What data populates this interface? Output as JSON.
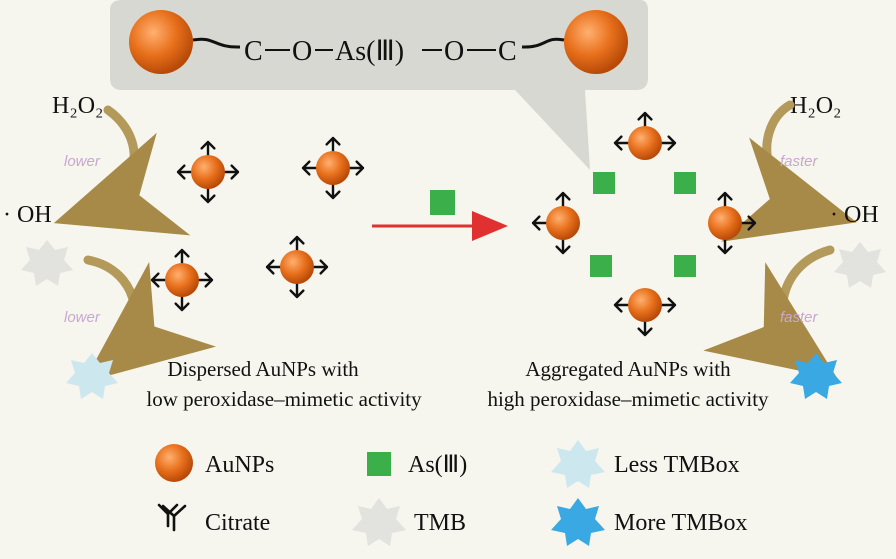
{
  "linker": {
    "c_left": "C",
    "o_left": "O",
    "as": "As(Ⅲ)",
    "o_right": "O",
    "c_right": "C"
  },
  "left_cycle": {
    "h2o2": "H₂O₂",
    "oh": "· OH",
    "label_top": "lower",
    "label_bottom": "lower"
  },
  "right_cycle": {
    "h2o2": "H₂O₂",
    "oh": "· OH",
    "label_top": "faster",
    "label_bottom": "faster"
  },
  "dispersed_caption": {
    "line1": "Dispersed AuNPs with",
    "line2": "low peroxidase–mimetic activity"
  },
  "aggregated_caption": {
    "line1": "Aggregated AuNPs with",
    "line2": "high peroxidase–mimetic activity"
  },
  "legend": {
    "aunps": "AuNPs",
    "as3": "As(Ⅲ)",
    "less_tmbox": "Less TMBox",
    "citrate": "Citrate",
    "tmb": "TMB",
    "more_tmbox": "More TMBox"
  },
  "colors": {
    "particle": "#e8701c",
    "as3_square": "#3bb04a",
    "arrow_red": "#e03030",
    "cycle_arrow": "#b49a5a",
    "tmb_star": "#dcdcdc",
    "less_tmbox_star": "#cde7ef",
    "more_tmbox_star": "#3aa8e2"
  }
}
